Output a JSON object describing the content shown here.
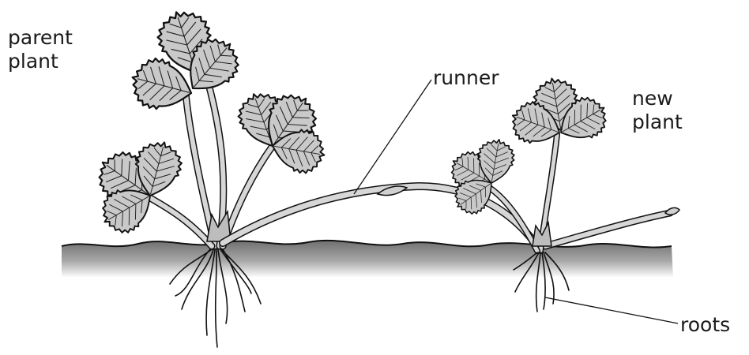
{
  "labels": {
    "parent": [
      "parent",
      "plant"
    ],
    "runner": "runner",
    "new": [
      "new",
      "plant"
    ],
    "roots": "roots"
  },
  "colors": {
    "soil_top": "#7a7a7a",
    "soil_bottom": "#ffffff",
    "leaf": "#c9c9c9",
    "stem": "#d7d7d7",
    "outline": "#111111"
  }
}
